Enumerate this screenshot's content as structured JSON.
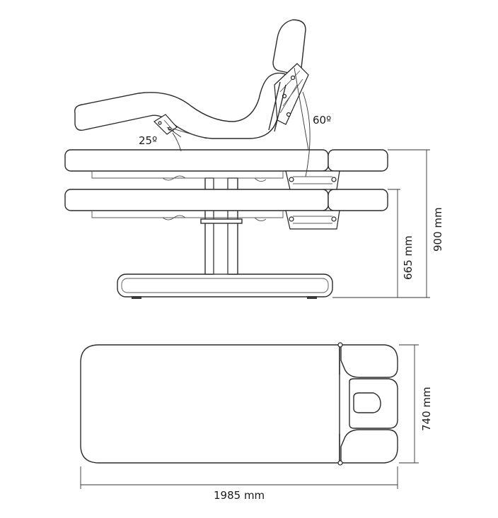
{
  "side_view": {
    "backrest_angle_label": "60º",
    "legrest_angle_label": "25º",
    "height_max_label": "900 mm",
    "height_min_label": "665 mm"
  },
  "top_view": {
    "length_label": "1985 mm",
    "width_label": "740 mm"
  }
}
